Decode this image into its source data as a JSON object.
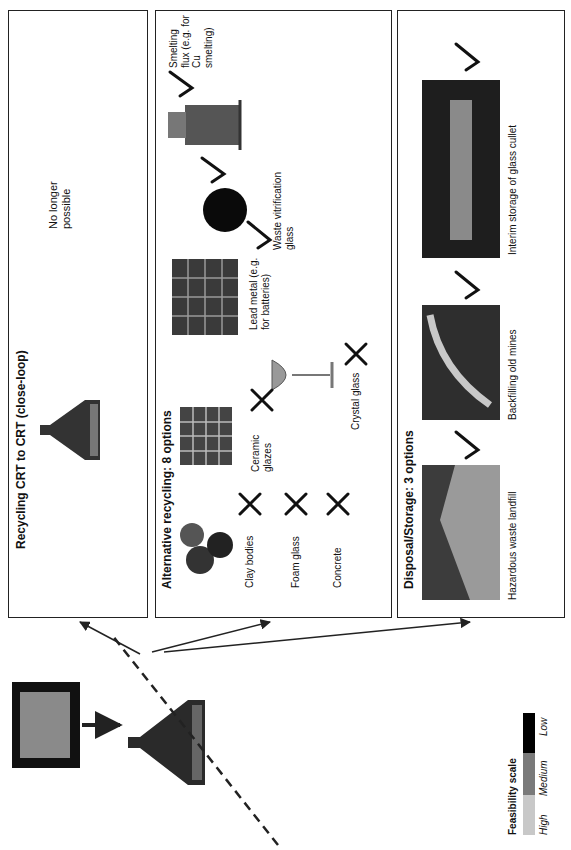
{
  "diagram": {
    "nodes": [
      {
        "text": [
          "Recycling CRT to CRT (close-loop)",
          "No longer possible"
        ]
      },
      {
        "text": [
          "Alternative recycling: 8 options"
        ]
      },
      {
        "text": [
          "Disposal/Storage: 3 options"
        ]
      }
    ],
    "labels": [
      "Clay bodies",
      "Foam glass",
      "Concrete",
      "Ceramic glazes",
      "Crystal glass",
      "Lead metal (e.g. for batteries)",
      "Waste vitrification glass",
      "Smelting flux (e.g. for Cu smelting)",
      "Hazardous waste landfill",
      "Backfilling old mines",
      "Interim storage of glass cullet",
      "Feasibility scale"
    ],
    "legend": [
      {
        "text": "High",
        "color": "#c8c8c8"
      },
      {
        "text": "Medium",
        "color": "#7a7a7a"
      },
      {
        "text": "Low",
        "color": "#000000"
      }
    ]
  }
}
